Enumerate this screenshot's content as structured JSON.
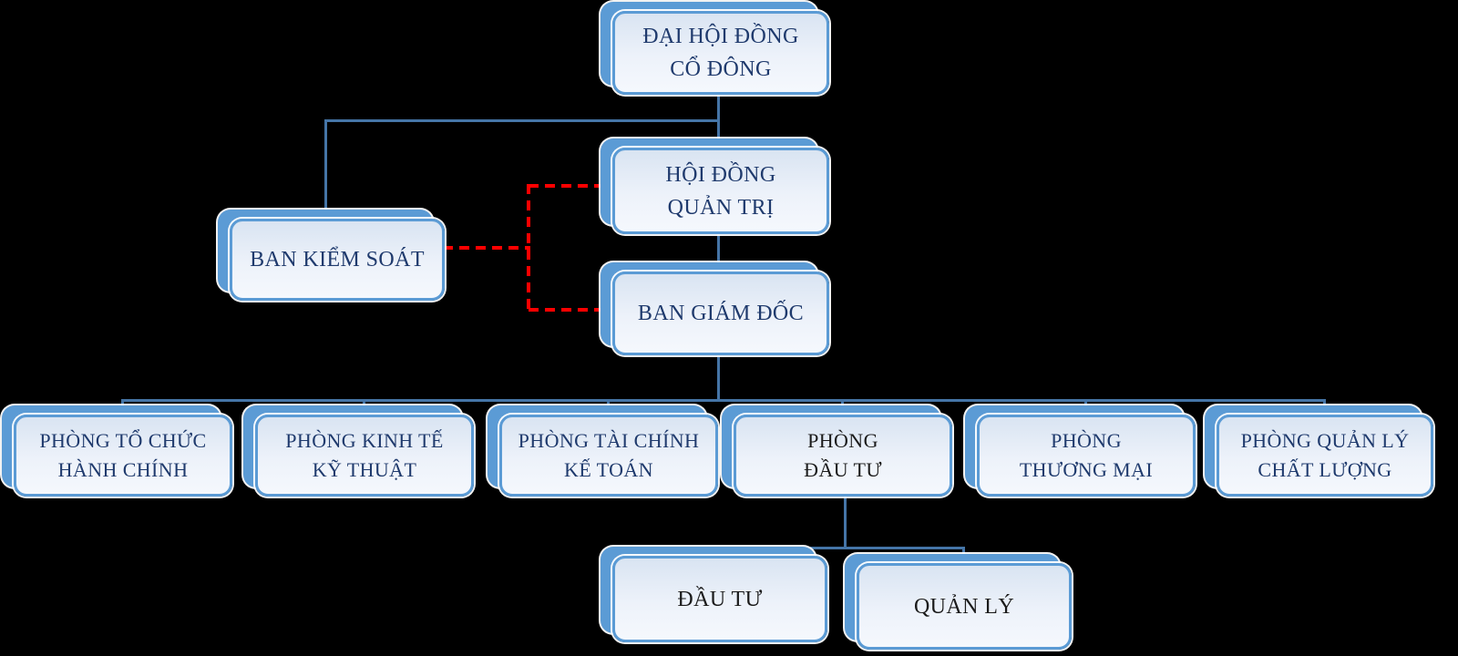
{
  "diagram": {
    "type": "org-chart",
    "language": "vi",
    "nodes": {
      "shareholders": {
        "label": "ĐẠI HỘI ĐỒNG CỔ ĐÔNG",
        "lines": [
          "ĐẠI HỘI ĐỒNG",
          "CỔ ĐÔNG"
        ]
      },
      "board": {
        "label": "HỘI ĐỒNG QUẢN TRỊ",
        "lines": [
          "HỘI ĐỒNG",
          "QUẢN TRỊ"
        ]
      },
      "supervisory": {
        "label": "BAN KIỂM SOÁT",
        "lines": [
          "BAN KIỂM SOÁT"
        ]
      },
      "management": {
        "label": "BAN GIÁM ĐỐC",
        "lines": [
          "BAN GIÁM ĐỐC"
        ]
      },
      "dept1": {
        "label": "PHÒNG TỔ CHỨC HÀNH CHÍNH",
        "lines": [
          "PHÒNG TỔ CHỨC",
          "HÀNH CHÍNH"
        ]
      },
      "dept2": {
        "label": "PHÒNG KINH TẾ KỸ THUẬT",
        "lines": [
          "PHÒNG KINH TẾ",
          "KỸ THUẬT"
        ]
      },
      "dept3": {
        "label": "PHÒNG TÀI CHÍNH KẾ TOÁN",
        "lines": [
          "PHÒNG TÀI CHÍNH",
          "KẾ TOÁN"
        ]
      },
      "dept4": {
        "label": "PHÒNG ĐẦU TƯ",
        "lines": [
          "PHÒNG",
          "ĐẦU TƯ"
        ]
      },
      "dept5": {
        "label": "PHÒNG THƯƠNG MẠI",
        "lines": [
          "PHÒNG",
          "THƯƠNG MẠI"
        ]
      },
      "dept6": {
        "label": "PHÒNG QUẢN LÝ CHẤT LƯỢNG",
        "lines": [
          "PHÒNG QUẢN LÝ",
          "CHẤT LƯỢNG"
        ]
      },
      "invest": {
        "label": "ĐẦU TƯ",
        "lines": [
          "ĐẦU TƯ"
        ]
      },
      "manage": {
        "label": "QUẢN LÝ",
        "lines": [
          "QUẢN LÝ"
        ]
      }
    },
    "edges": {
      "solid_blue": [
        "shareholders-board",
        "shareholders-supervisory",
        "board-management",
        "management-dept1",
        "management-dept2",
        "management-dept3",
        "management-dept4",
        "management-dept5",
        "management-dept6",
        "dept4-invest",
        "dept4-manage"
      ],
      "dashed_red": [
        "supervisory-board",
        "supervisory-management"
      ]
    },
    "colors": {
      "background": "#000000",
      "box_border": "#5b9bd5",
      "box_shadow": "#5b9bd5",
      "box_fill_top": "#d9e4f2",
      "box_fill_bottom": "#f5f8fd",
      "text_blue": "#1f3a6d",
      "text_black": "#1b1b1b",
      "connector_blue": "#4575a7",
      "connector_red": "#ff0000"
    }
  }
}
